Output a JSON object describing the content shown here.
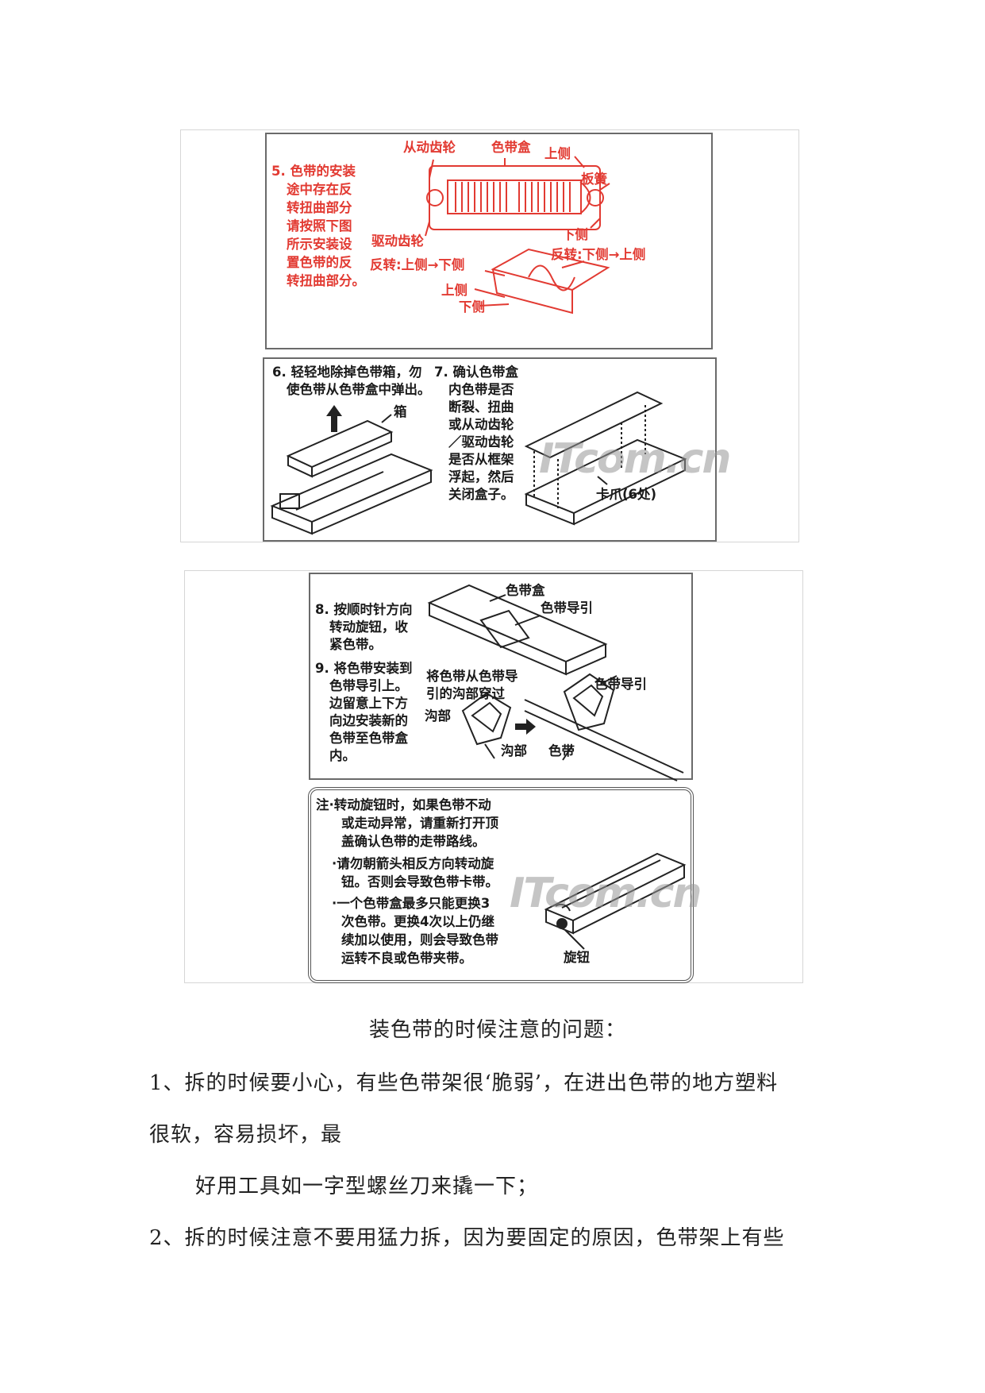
{
  "figure1": {
    "step5": {
      "text_lines": [
        "5. 色带的安装",
        "途中存在反",
        "转扭曲部分",
        "请按照下图",
        "所示安装设",
        "置色带的反",
        "转扭曲部分。"
      ],
      "labels": {
        "driven_gear": "从动齿轮",
        "ribbon_box": "色带盒",
        "upper_side": "上侧",
        "leaf_spring": "板簧",
        "lower_side": "下侧",
        "drive_gear": "驱动齿轮",
        "reverse_right": "反转:下侧→上侧",
        "reverse_left": "反转:上侧→下侧",
        "upper_side_2": "上侧",
        "lower_side_2": "下侧"
      }
    },
    "step6": {
      "text_lines": [
        "6. 轻轻地除掉色带箱，勿",
        "使色带从色带盒中弹出。"
      ],
      "box_label": "箱"
    },
    "step7": {
      "text_lines": [
        "7. 确认色带盒",
        "内色带是否",
        "断裂、扭曲",
        "或从动齿轮",
        "／驱动齿轮",
        "是否从框架",
        "浮起，然后",
        "关闭盒子。"
      ],
      "claw_label": "卡爪(6处)"
    },
    "watermark": "ITcom.cn"
  },
  "figure2": {
    "step8": {
      "text_lines": [
        "8. 按顺时针方向",
        "转动旋钮，收",
        "紧色带。"
      ]
    },
    "step9": {
      "text_lines": [
        "9. 将色带安装到",
        "色带导引上。",
        "边留意上下方",
        "向边安装新的",
        "色带至色带盒",
        "内。"
      ]
    },
    "labels": {
      "ribbon_box": "色带盒",
      "ribbon_guide_top": "色带导引",
      "guide_instruction_1": "将色带从色带导",
      "guide_instruction_2": "引的沟部穿过",
      "ribbon_guide_right": "色带导引",
      "groove_left": "沟部",
      "groove_bottom": "沟部",
      "ribbon": "色带"
    },
    "note": {
      "lines": [
        "注·转动旋钮时，如果色带不动",
        "或走动异常，请重新打开顶",
        "盖确认色带的走带路线。",
        "·请勿朝箭头相反方向转动旋",
        "钮。否则会导致色带卡带。",
        "·一个色带盒最多只能更换3",
        "次色带。更换4次以上仍继",
        "续加以使用，则会导致色带",
        "运转不良或色带夹带。"
      ],
      "knob_label": "旋钮"
    },
    "watermark": "ITcom.cn"
  },
  "body_text": {
    "heading": "装色带的时候注意的问题：",
    "p1_line1": "1、拆的时候要小心，有些色带架很‘脆弱’，在进出色带的地方塑料",
    "p1_line2": "很软，容易损坏，最",
    "p1_line3": "好用工具如一字型螺丝刀来撬一下；",
    "p2_line1": "2、拆的时候注意不要用猛力拆，因为要固定的原因，色带架上有些"
  }
}
